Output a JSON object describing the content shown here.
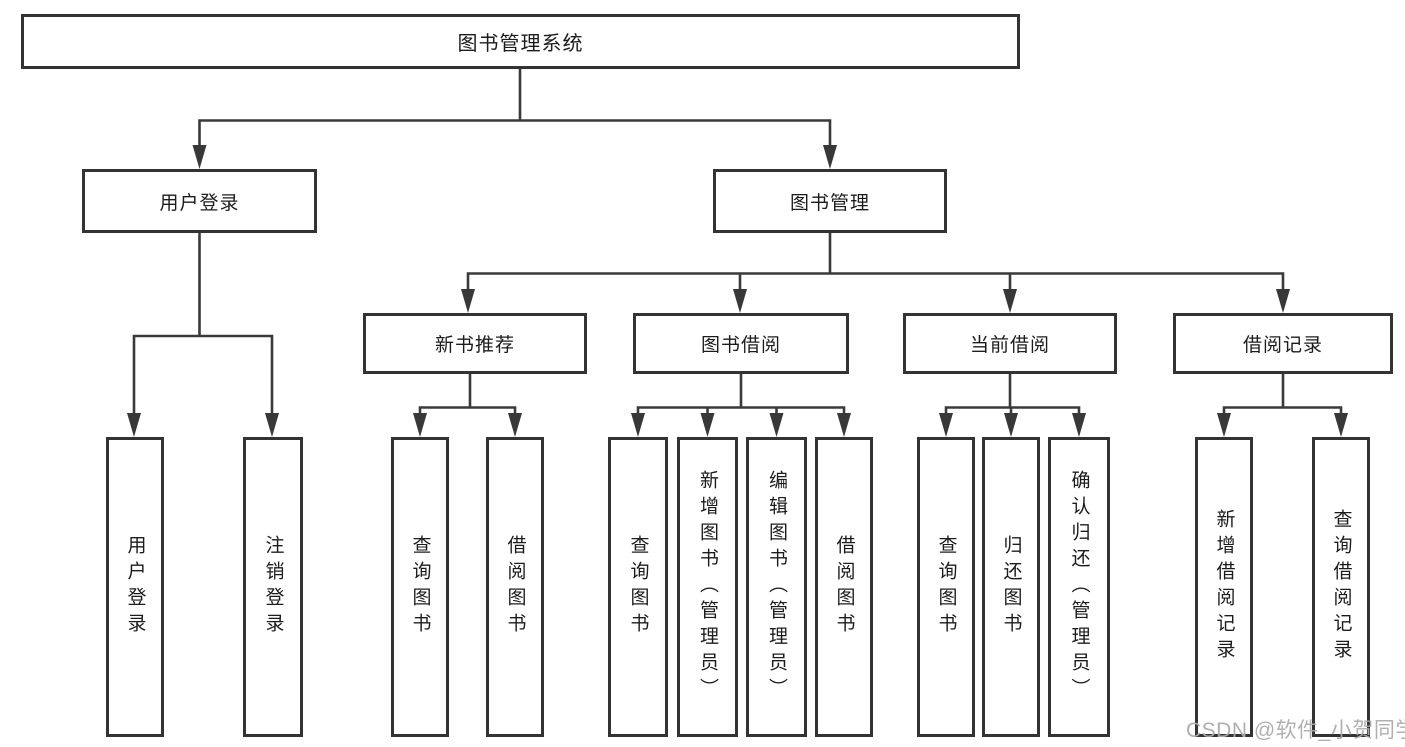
{
  "diagram": {
    "watermark": "CSDN @软件_小贺同学",
    "colors": {
      "line": "#3a3a3a",
      "border": "#333333",
      "text": "#1c1c1c",
      "watermark": "#acacac",
      "background": "#ffffff"
    },
    "nodes": {
      "root": "图书管理系统",
      "level2": [
        "用户登录",
        "图书管理"
      ],
      "level3": [
        "新书推荐",
        "图书借阅",
        "当前借阅",
        "借阅记录"
      ],
      "leaves": {
        "login": [
          "用户登录",
          "注销登录"
        ],
        "newbook": [
          "查询图书",
          "借阅图书"
        ],
        "borrow": [
          "查询图书",
          "新增图书（管理员）",
          "编辑图书（管理员）",
          "借阅图书"
        ],
        "current": [
          "查询图书",
          "归还图书",
          "确认归还（管理员）"
        ],
        "records": [
          "新增借阅记录",
          "查询借阅记录"
        ]
      }
    }
  }
}
